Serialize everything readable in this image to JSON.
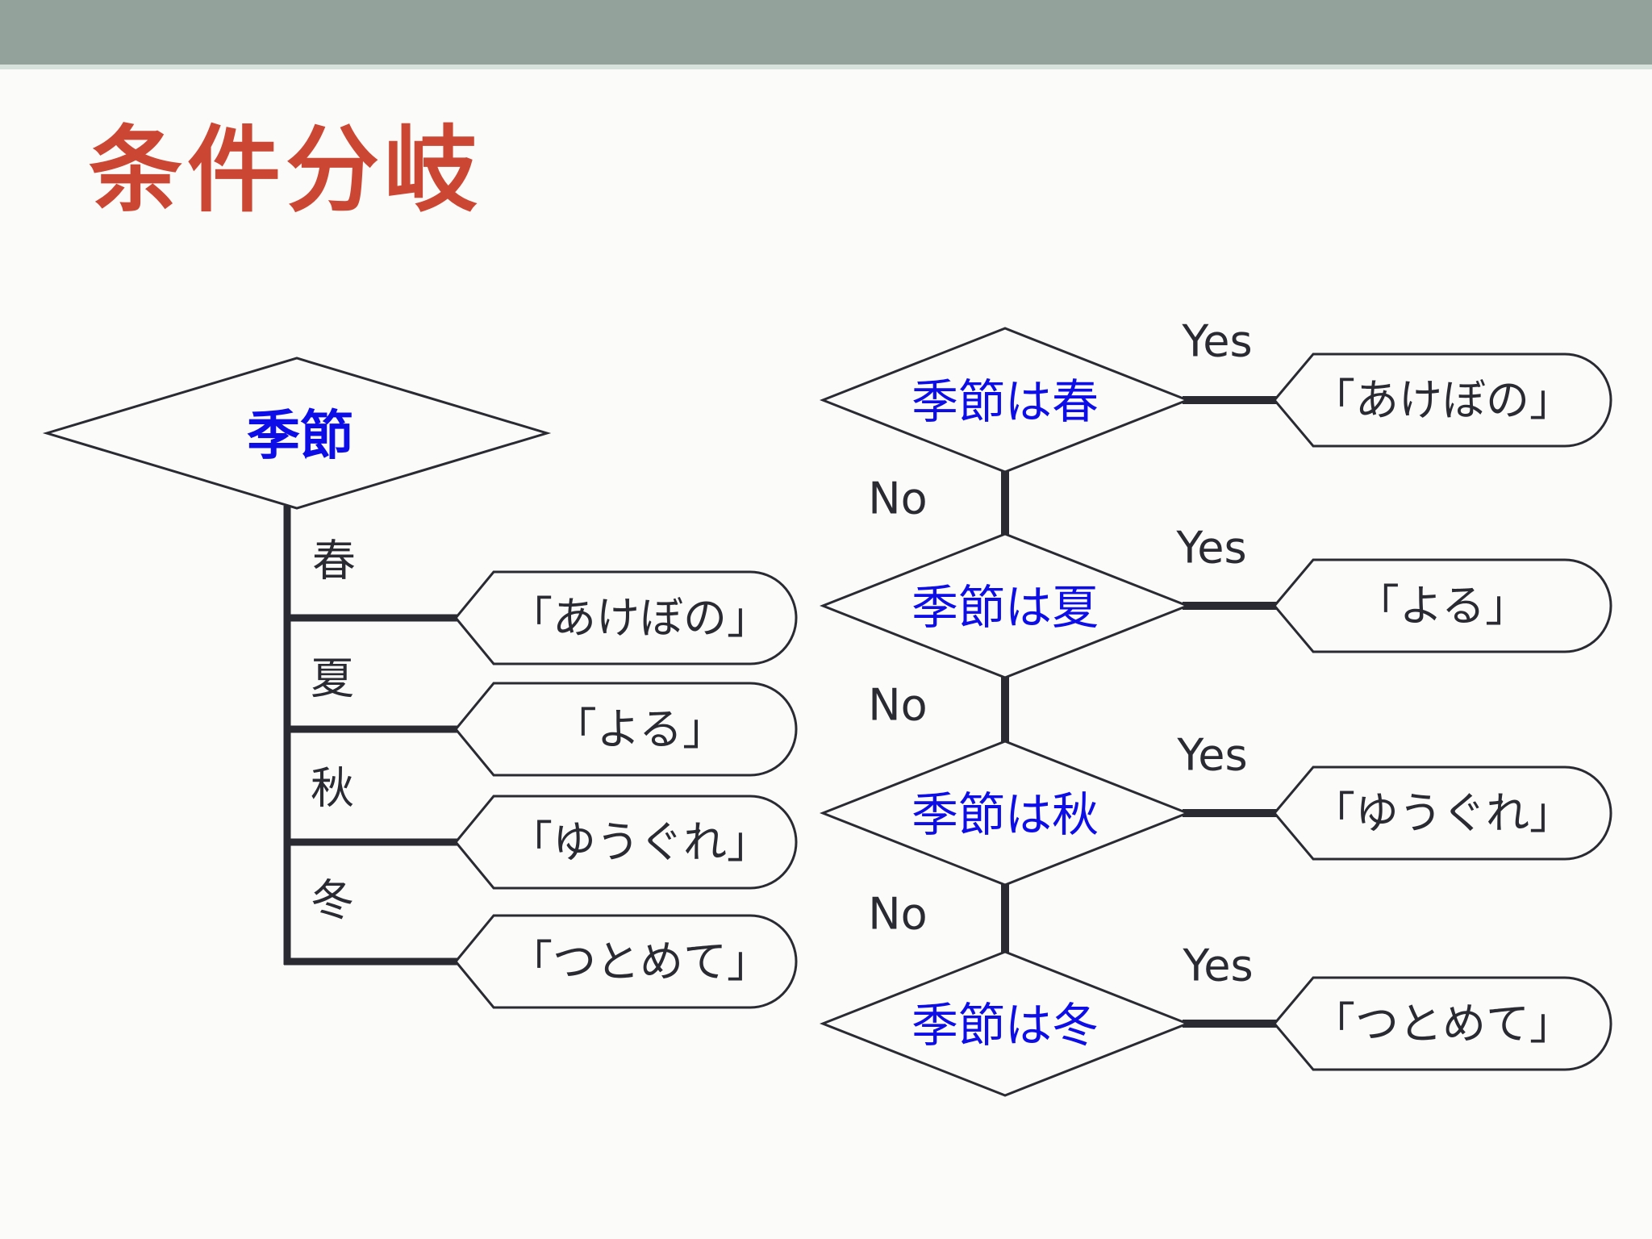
{
  "slide": {
    "title": "条件分岐",
    "colors": {
      "header": "#93A29B",
      "header_edge": "#D8E2DC",
      "title": "#CC4733",
      "blue": "#0D0DE8",
      "ink": "#2A2A33",
      "bg": "#FBFBFA"
    }
  },
  "left_chart": {
    "root": "季節",
    "branches": [
      {
        "label": "春",
        "result": "「あけぼの」"
      },
      {
        "label": "夏",
        "result": "「よる」"
      },
      {
        "label": "秋",
        "result": "「ゆうぐれ」"
      },
      {
        "label": "冬",
        "result": "「つとめて」"
      }
    ]
  },
  "right_chart": {
    "yes_label": "Yes",
    "no_label": "No",
    "decisions": [
      {
        "condition": "季節は春",
        "result": "「あけぼの」"
      },
      {
        "condition": "季節は夏",
        "result": "「よる」"
      },
      {
        "condition": "季節は秋",
        "result": "「ゆうぐれ」"
      },
      {
        "condition": "季節は冬",
        "result": "「つとめて」"
      }
    ]
  }
}
